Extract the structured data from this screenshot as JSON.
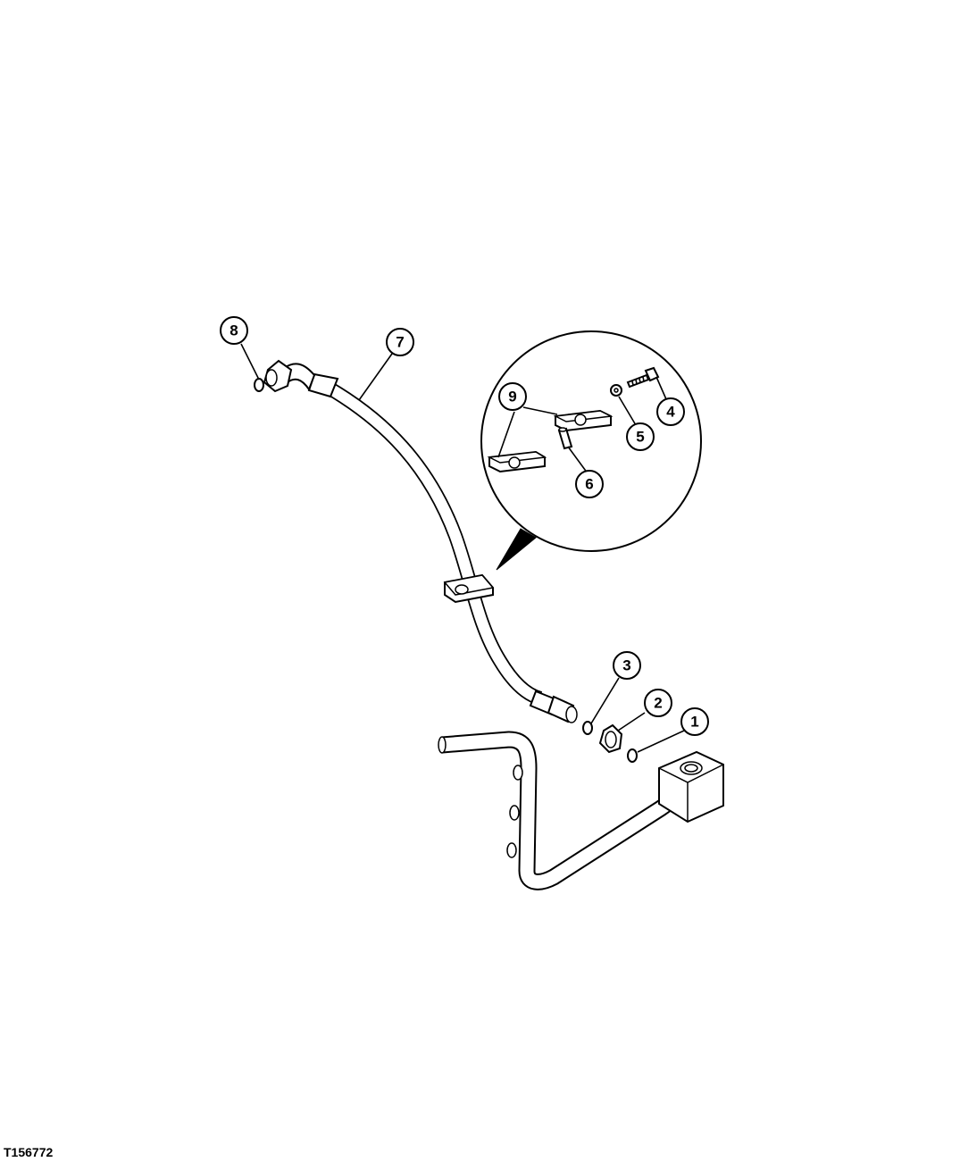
{
  "figure": {
    "id": "T156772"
  },
  "callouts": [
    {
      "label": "1"
    },
    {
      "label": "2"
    },
    {
      "label": "3"
    },
    {
      "label": "4"
    },
    {
      "label": "5"
    },
    {
      "label": "6"
    },
    {
      "label": "7"
    },
    {
      "label": "8"
    },
    {
      "label": "9"
    }
  ]
}
